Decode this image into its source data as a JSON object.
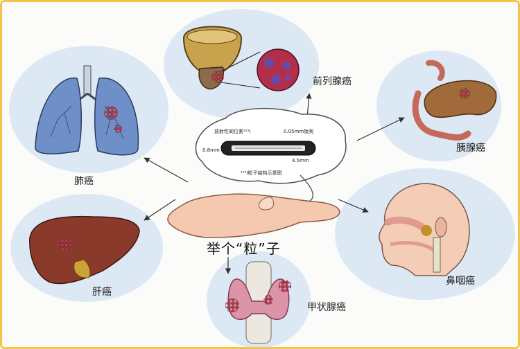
{
  "figure": {
    "center_label": "举个“粒”子",
    "seed_labels": {
      "top": "放射性同位素¹²⁵I",
      "right": "0.05mm钛壳",
      "left": "0.8mm",
      "bottom_size": "4.5mm",
      "bottom": "¹²⁵I粒子结构示意图"
    },
    "organs": [
      {
        "id": "prostate",
        "label": "前列腺癌"
      },
      {
        "id": "pancreas",
        "label": "胰腺癌"
      },
      {
        "id": "lung",
        "label": "肺癌"
      },
      {
        "id": "liver",
        "label": "肝癌"
      },
      {
        "id": "nasopharynx",
        "label": "鼻咽癌"
      },
      {
        "id": "thyroid",
        "label": "甲状腺癌"
      }
    ]
  },
  "colors": {
    "border": "#f1c64a",
    "halo": "#dde8f5",
    "tumor": "#a0344a",
    "lung": "#6e8fc8",
    "liver": "#8a3a2a",
    "pancreas": "#a16a3a",
    "skin": "#f3cdb5"
  }
}
